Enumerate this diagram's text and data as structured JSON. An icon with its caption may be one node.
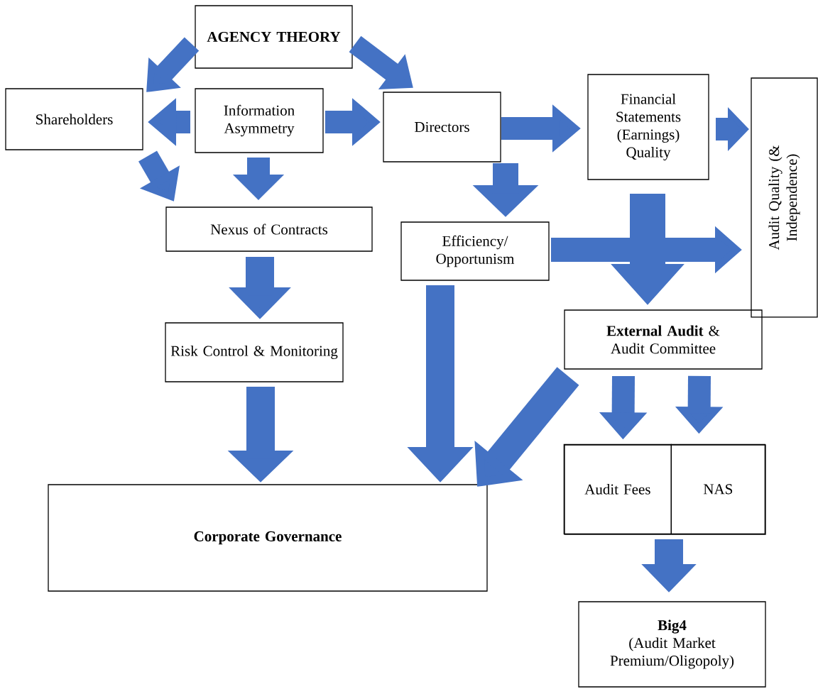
{
  "diagram": {
    "nodes": [
      {
        "text": [
          "AGENCY THEORY"
        ]
      },
      {
        "text": [
          "Shareholders"
        ]
      },
      {
        "text": [
          "Information Asymmetry"
        ]
      },
      {
        "text": [
          "Directors"
        ]
      },
      {
        "text": [
          "Financial Statements (Earnings) Quality"
        ]
      },
      {
        "text": [
          "Audit Quality (& Independence)"
        ]
      },
      {
        "text": [
          "Nexus of Contracts"
        ]
      },
      {
        "text": [
          "Efficiency/ Opportunism"
        ]
      },
      {
        "text": [
          "Risk Control & Monitoring"
        ]
      },
      {
        "text": [
          "**External Audit** & Audit Committee"
        ]
      },
      {
        "text": [],
        "shape": "box"
      },
      {
        "text": [
          "Audit Fees"
        ],
        "in": 10
      },
      {
        "text": [
          "NAS"
        ],
        "in": 10
      },
      {
        "text": [
          "Corporate Governance"
        ]
      },
      {
        "text": [
          "Big4",
          "(Audit Market Premium/Oligopoly)"
        ]
      }
    ],
    "edges": [
      {
        "from": 0,
        "to": 1,
        "arrow": "to"
      },
      {
        "from": 0,
        "to": 3,
        "arrow": "to"
      },
      {
        "from": 2,
        "to": 1,
        "arrow": "to"
      },
      {
        "from": 2,
        "to": 3,
        "arrow": "to"
      },
      {
        "from": 1,
        "to": 6,
        "arrow": "to"
      },
      {
        "from": 2,
        "to": 6,
        "arrow": "to"
      },
      {
        "from": 3,
        "to": 4,
        "arrow": "to"
      },
      {
        "from": 3,
        "to": 7,
        "arrow": "to"
      },
      {
        "from": 4,
        "to": 5,
        "arrow": "to"
      },
      {
        "from": 4,
        "to": 9,
        "arrow": "to"
      },
      {
        "from": 7,
        "to": 5,
        "arrow": "to"
      },
      {
        "from": 6,
        "to": 8,
        "arrow": "to"
      },
      {
        "from": 8,
        "to": 13,
        "arrow": "to"
      },
      {
        "from": 7,
        "to": 13,
        "arrow": "to"
      },
      {
        "from": 9,
        "to": 13,
        "arrow": "to"
      },
      {
        "from": 9,
        "to": 11,
        "arrow": "to"
      },
      {
        "from": 9,
        "to": 12,
        "arrow": "to"
      },
      {
        "from": 10,
        "to": 14,
        "arrow": "to"
      }
    ]
  }
}
